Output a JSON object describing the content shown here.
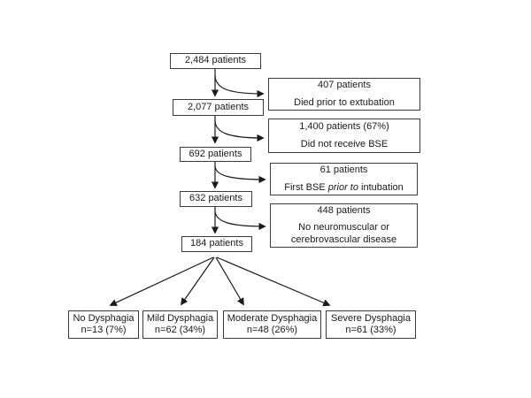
{
  "figure": {
    "type": "patient-flow-diagram",
    "colors": {
      "background": "#ffffff",
      "box_border": "#3c3c3c",
      "text": "#1a1a1a",
      "arrow": "#1a1a1a"
    },
    "main_boxes": [
      {
        "label": "2,484 patients"
      },
      {
        "label": "2,077 patients"
      },
      {
        "label": "692 patients"
      },
      {
        "label": "632 patients"
      },
      {
        "label": "184 patients"
      }
    ],
    "side_boxes": [
      {
        "line1": "407 patients",
        "line2": "Died prior to extubation"
      },
      {
        "line1": "1,400 patients (67%)",
        "line2": "Did not receive BSE"
      },
      {
        "line1": "61 patients",
        "line2_pre": "First BSE ",
        "line2_italic": "prior to",
        "line2_post": " intubation"
      },
      {
        "line1": "448 patients",
        "line2": "No neuromuscular or",
        "line3": "cerebrovascular disease"
      }
    ],
    "outcome_boxes": [
      {
        "line1": "No Dysphagia",
        "line2": "n=13 (7%)"
      },
      {
        "line1": "Mild Dysphagia",
        "line2": "n=62 (34%)"
      },
      {
        "line1": "Moderate Dysphagia",
        "line2": "n=48 (26%)"
      },
      {
        "line1": "Severe Dysphagia",
        "line2": "n=61 (33%)"
      }
    ]
  }
}
